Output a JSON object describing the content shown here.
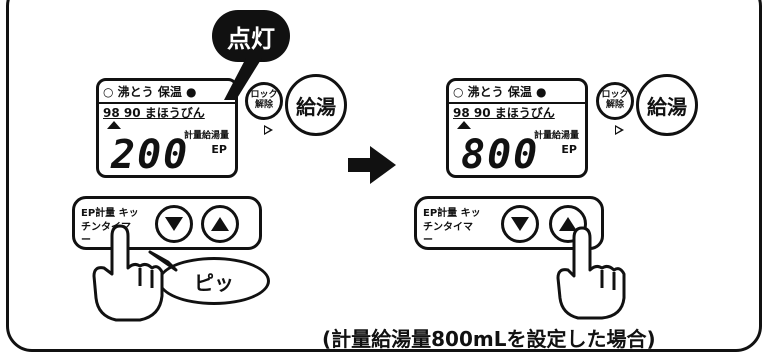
{
  "callout": {
    "lit_label": "点灯"
  },
  "before": {
    "status_row": "○ 沸とう 保温 ●",
    "temp_row": "98 90 まほうびん",
    "measure_label": "計量給湯量",
    "value": "200",
    "ep_label": "EP",
    "lock_button": "ロック 解除",
    "hot_water_button": "給湯",
    "timer_button": "EP計量 キッチンタイマー",
    "press_sound": "ピッ"
  },
  "after": {
    "status_row": "○ 沸とう 保温 ●",
    "temp_row": "98 90 まほうびん",
    "measure_label": "計量給湯量",
    "value": "800",
    "ep_label": "EP",
    "lock_button": "ロック 解除",
    "hot_water_button": "給湯",
    "timer_button": "EP計量 キッチンタイマー"
  },
  "caption": "(計量給湯量800mLを設定した場合)",
  "icons": {
    "transition_arrow": "right-arrow-icon",
    "down_button": "down-triangle-icon",
    "up_button": "up-triangle-icon",
    "finger": "pointing-hand-icon"
  }
}
